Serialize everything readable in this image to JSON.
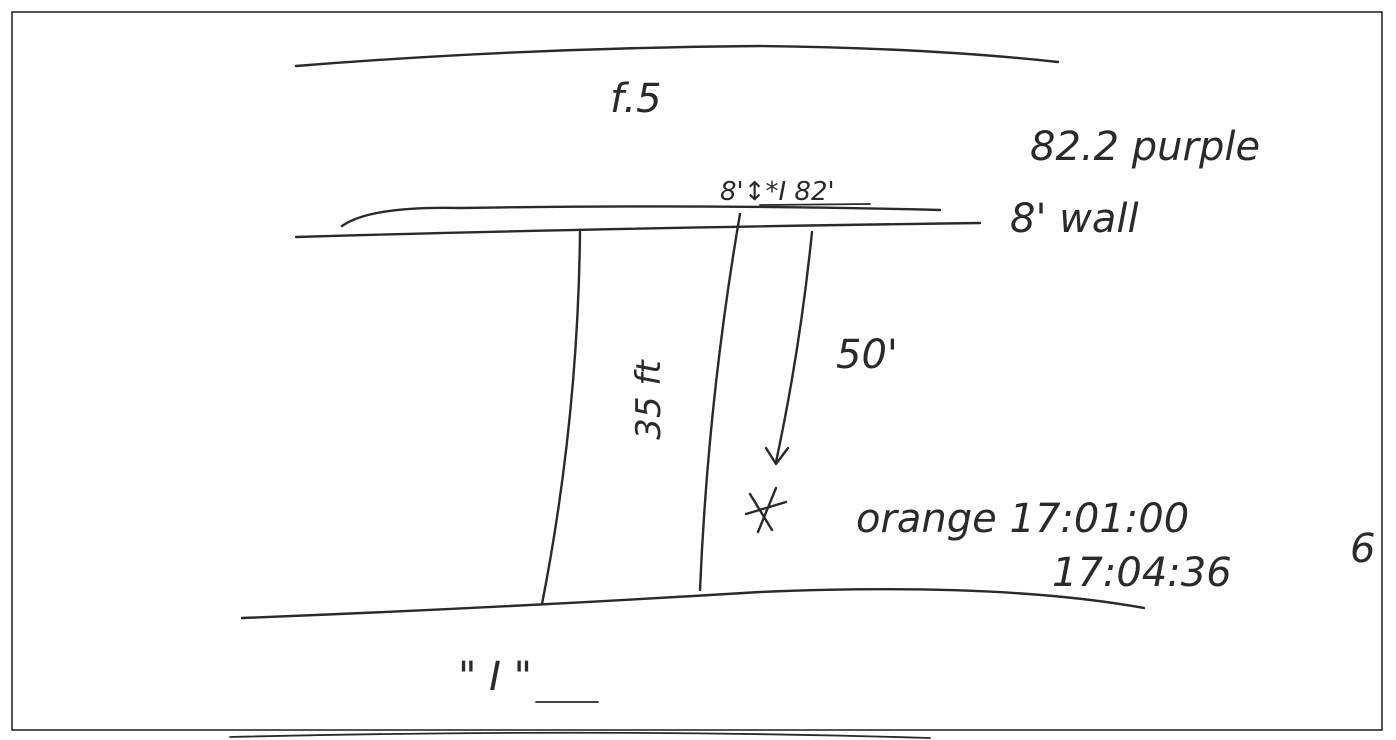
{
  "labels": {
    "top_band": "f.5",
    "value_color": "82.2 purple",
    "wall": "8' wall",
    "wall_detail": "8'↕*I 82'",
    "distance": "50'",
    "vertical_label": "35 ft",
    "orange_line": "orange 17:01:00",
    "second_time": "17:04:36",
    "right_edge": "6",
    "bottom_label": "\" I \""
  },
  "marker_icon": "asterisk-x-icon"
}
